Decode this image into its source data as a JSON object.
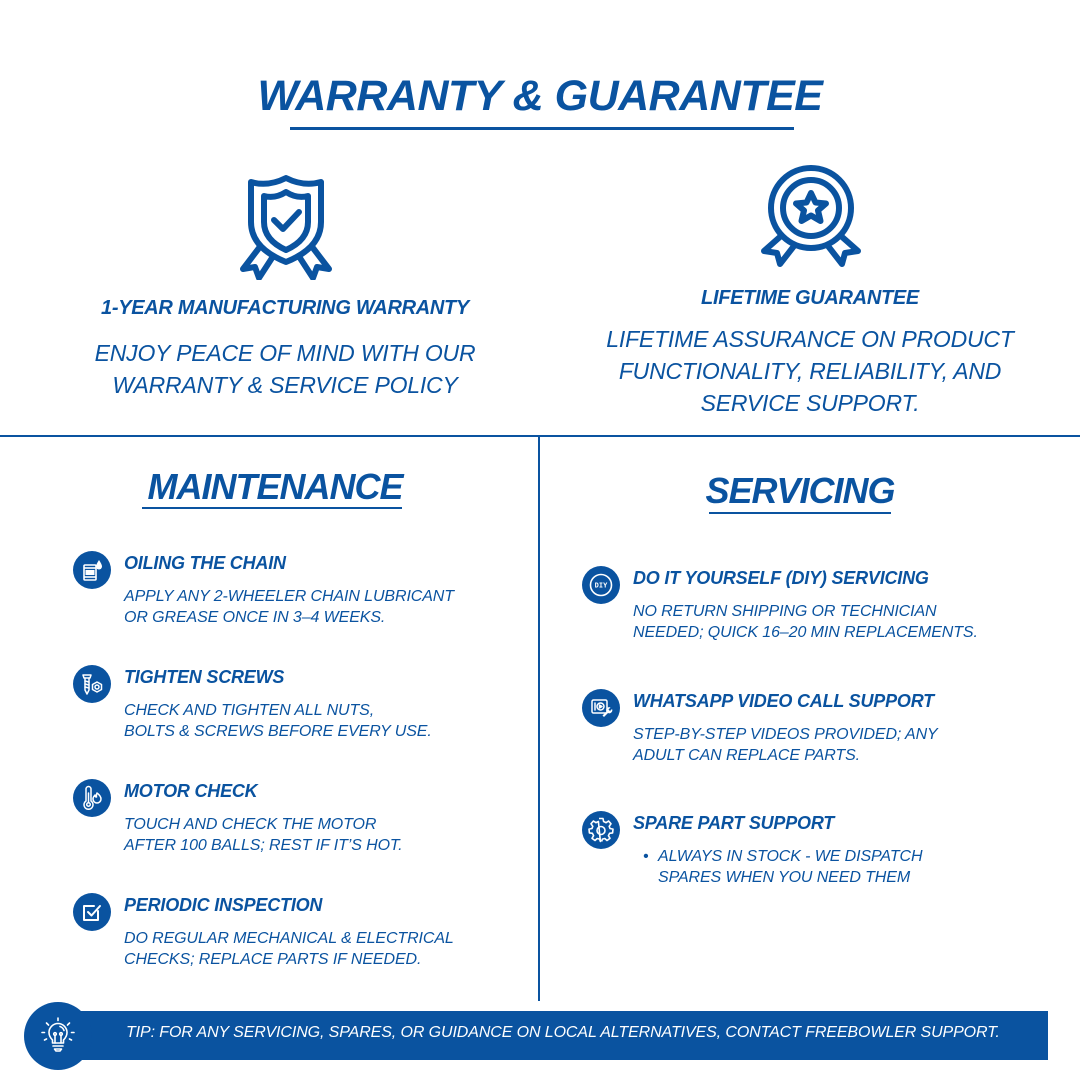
{
  "header": {
    "title": "WARRANTY & GUARANTEE"
  },
  "features": [
    {
      "icon": "shield-check-ribbon-icon",
      "title": "1-YEAR MANUFACTURING WARRANTY",
      "desc_lines": [
        "ENJOY PEACE OF MIND WITH OUR",
        "WARRANTY & SERVICE POLICY"
      ]
    },
    {
      "icon": "medal-star-ribbon-icon",
      "title": "LIFETIME GUARANTEE",
      "desc_lines": [
        "LIFETIME ASSURANCE ON PRODUCT",
        "FUNCTIONALITY, RELIABILITY, AND",
        "SERVICE SUPPORT."
      ]
    }
  ],
  "maintenance": {
    "title": "MAINTENANCE",
    "items": [
      {
        "icon": "oil-barrel-icon",
        "title": "OILING THE CHAIN",
        "desc_lines": [
          "APPLY ANY 2-WHEELER CHAIN LUBRICANT",
          "OR GREASE ONCE IN 3–4 WEEKS."
        ]
      },
      {
        "icon": "screw-nut-icon",
        "title": "TIGHTEN SCREWS",
        "desc_lines": [
          "CHECK AND TIGHTEN ALL NUTS,",
          "BOLTS & SCREWS BEFORE EVERY USE."
        ]
      },
      {
        "icon": "thermometer-flame-icon",
        "title": "MOTOR CHECK",
        "desc_lines": [
          "TOUCH AND CHECK THE MOTOR",
          "AFTER 100 BALLS; REST IF IT’S HOT."
        ]
      },
      {
        "icon": "checkbox-icon",
        "title": "PERIODIC INSPECTION",
        "desc_lines": [
          "DO REGULAR MECHANICAL & ELECTRICAL",
          "CHECKS; REPLACE PARTS IF NEEDED."
        ]
      }
    ]
  },
  "servicing": {
    "title": "SERVICING",
    "items": [
      {
        "icon": "diy-badge-icon",
        "icon_text": "DIY",
        "title": "DO IT YOURSELF (DIY) SERVICING",
        "desc_lines": [
          "NO RETURN SHIPPING OR TECHNICIAN",
          "NEEDED; QUICK 16–20 MIN REPLACEMENTS."
        ]
      },
      {
        "icon": "video-wrench-icon",
        "title": "WHATSAPP VIDEO CALL SUPPORT",
        "desc_lines": [
          "STEP-BY-STEP VIDEOS PROVIDED; ANY",
          "ADULT CAN REPLACE PARTS."
        ]
      },
      {
        "icon": "gear-icon",
        "title": "SPARE PART SUPPORT",
        "bullets": [
          {
            "lines": [
              "ALWAYS IN STOCK -  WE DISPATCH",
              "SPARES WHEN YOU NEED THEM"
            ]
          }
        ]
      }
    ]
  },
  "tip": {
    "icon": "lightbulb-icon",
    "text": "TIP: FOR ANY SERVICING, SPARES, OR GUIDANCE ON LOCAL ALTERNATIVES, CONTACT FREEBOWLER SUPPORT."
  },
  "colors": {
    "brand_blue": "#0a53a0",
    "background": "#ffffff",
    "tip_text": "#ffffff"
  }
}
